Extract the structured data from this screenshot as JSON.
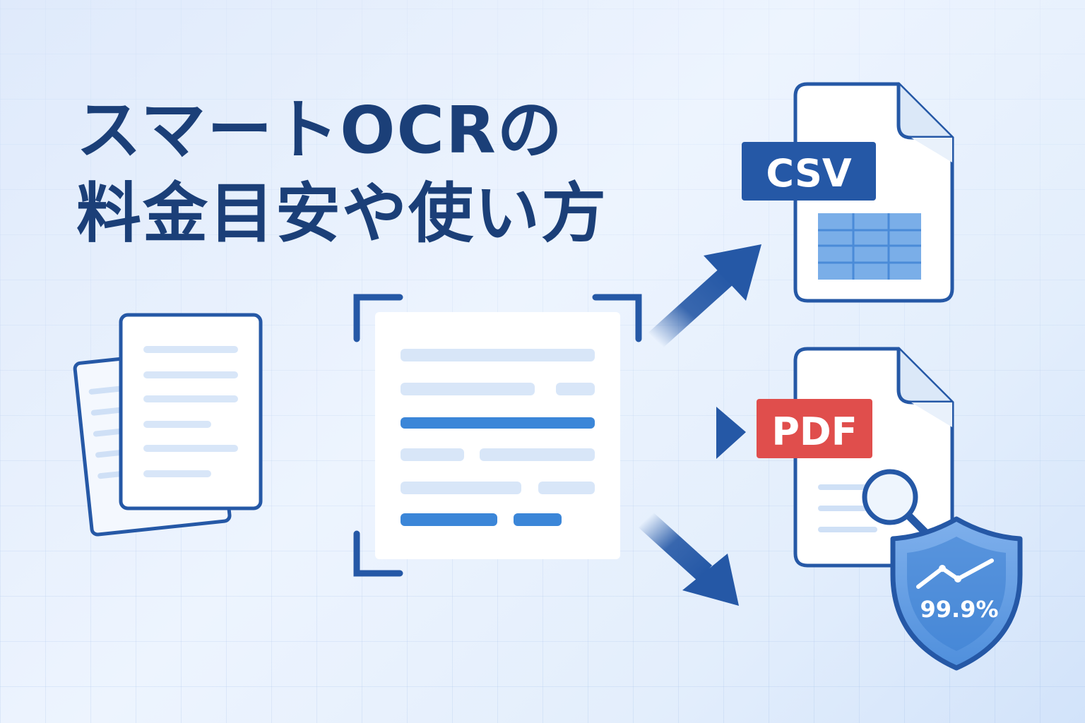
{
  "title": {
    "line1": "スマートOCRの",
    "line2": "料金目安や使い方"
  },
  "formats": {
    "csv_label": "CSV",
    "pdf_label": "PDF"
  },
  "accuracy": {
    "label": "99.9%"
  },
  "colors": {
    "title": "#1b3f78",
    "primary": "#2558a6",
    "accent_blue": "#3b86d8",
    "light_line": "#d8e6f8",
    "pdf_red": "#e04e4c"
  },
  "icons": {
    "source_documents": "stacked-pages-icon",
    "scanner": "scan-frame-icon",
    "csv_file": "spreadsheet-file-icon",
    "pdf_file": "pdf-file-icon",
    "magnifier": "magnifier-icon",
    "shield": "shield-check-icon",
    "trend": "trend-line-icon"
  }
}
